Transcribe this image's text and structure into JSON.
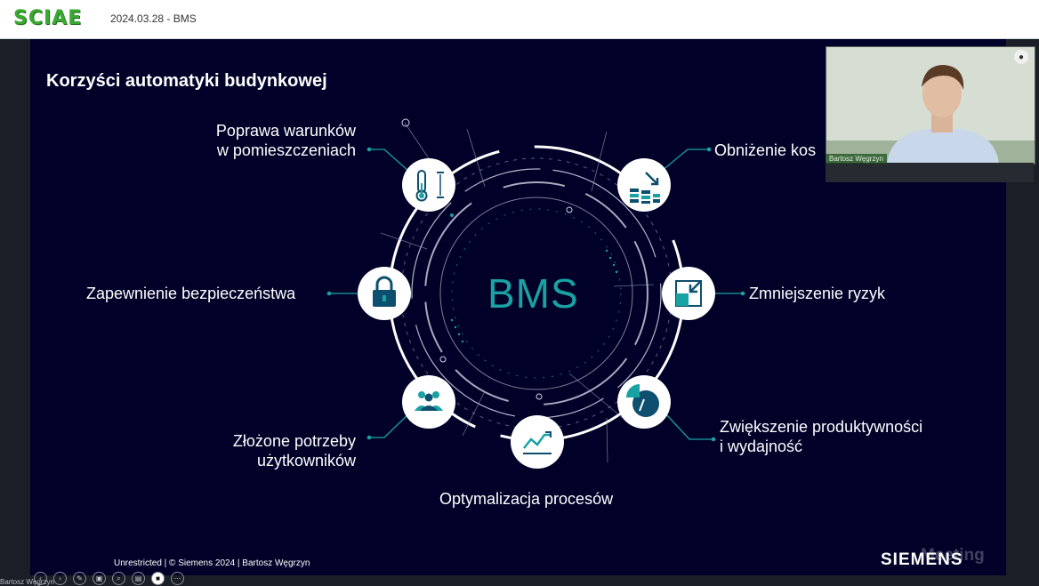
{
  "header": {
    "logo": "SCIAE",
    "meeting_title": "2024.03.28 - BMS"
  },
  "slide": {
    "title": "Korzyści automatyki budynkowej",
    "center": "BMS",
    "items": [
      {
        "line1": "Poprawa warunków",
        "line2": "w pomieszczeniach"
      },
      {
        "line1": "Obniżenie kos",
        "line2": ""
      },
      {
        "line1": "Zmniejszenie ryzyk",
        "line2": ""
      },
      {
        "line1": "Zwiększenie produktywności",
        "line2": "i wydajność"
      },
      {
        "line1": "Optymalizacja procesów",
        "line2": ""
      },
      {
        "line1": "Złożone potrzeby",
        "line2": "użytkowników"
      },
      {
        "line1": "Zapewnienie bezpieczeństwa",
        "line2": ""
      }
    ],
    "footer": "Unrestricted | © Siemens 2024 | Bartosz Węgrzyn",
    "brand": "SIEMENS"
  },
  "video": {
    "participant": "Bartosz Węgrzyn"
  },
  "watermark": "Meeting",
  "bottom": {
    "presenter": "Bartosz Węgrzyn"
  },
  "colors": {
    "slide_bg": "#000028",
    "accent": "#19a2a2",
    "ring": "#ffffff"
  }
}
